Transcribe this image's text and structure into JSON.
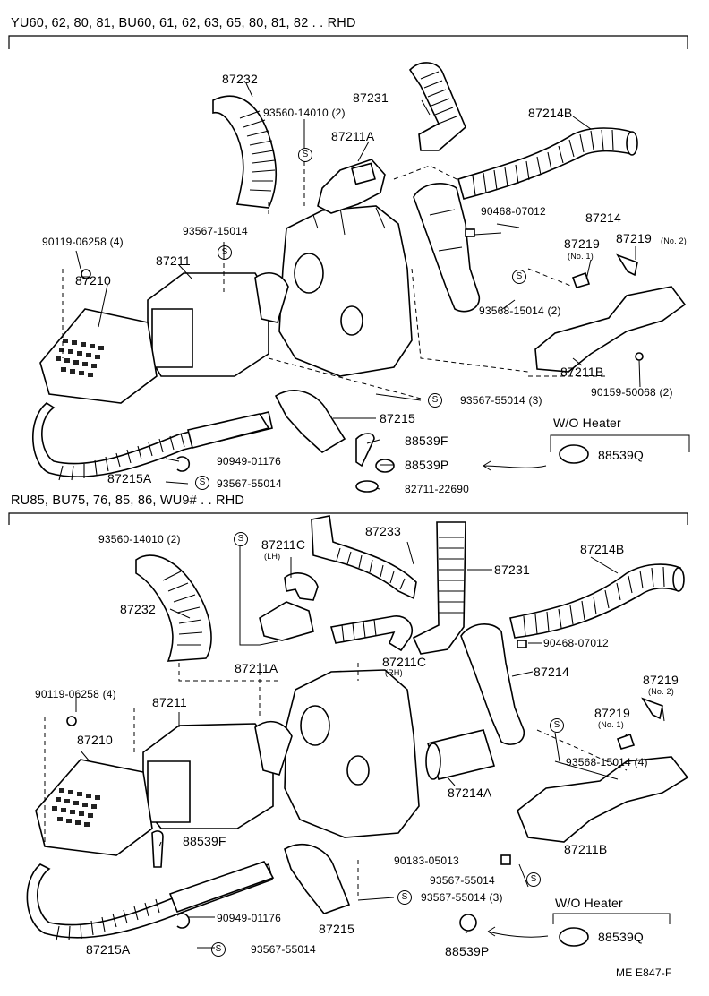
{
  "sections": [
    {
      "header": "YU60, 62, 80, 81, BU60, 61, 62, 63, 65, 80, 81, 82 . . RHD"
    },
    {
      "header": "RU85, BU75, 76, 85, 86, WU9# . . RHD"
    }
  ],
  "note_wo_heater": "W/O Heater",
  "diagram_code": "ME E847-F",
  "s_symbol": "S",
  "top_labels": {
    "p87232": "87232",
    "p93560_14010": "93560-14010 (2)",
    "p87231": "87231",
    "p87214B": "87214B",
    "p87211A": "87211A",
    "p90468": "90468-07012",
    "p87214": "87214",
    "p87219_no1": "87219",
    "p87219_no1_sub": "(No. 1)",
    "p87219_no2": "87219",
    "p87219_no2_sub": "(No. 2)",
    "p90119": "90119-06258 (4)",
    "p93567_15014": "93567-15014",
    "p87211": "87211",
    "p87210": "87210",
    "p93568": "93568-15014 (2)",
    "p87211B": "87211B",
    "p90159": "90159-50068 (2)",
    "p93567_55014_3": "93567-55014 (3)",
    "p87215": "87215",
    "p88539F": "88539F",
    "p88539P": "88539P",
    "p88539Q": "88539Q",
    "p87215A": "87215A",
    "p90949": "90949-01176",
    "p93567_55014": "93567-55014",
    "p82711": "82711-22690"
  },
  "bottom_labels": {
    "p93560_14010": "93560-14010 (2)",
    "p87211C_lh": "87211C",
    "p87211C_lh_sub": "(LH)",
    "p87233": "87233",
    "p87214B": "87214B",
    "p87231": "87231",
    "p87232": "87232",
    "p87211A": "87211A",
    "p87211C_rh": "87211C",
    "p87211C_rh_sub": "(RH)",
    "p90468": "90468-07012",
    "p87214": "87214",
    "p90119": "90119-06258 (4)",
    "p87211": "87211",
    "p87219_no2": "87219",
    "p87219_no2_sub": "(No. 2)",
    "p87219_no1": "87219",
    "p87219_no1_sub": "(No. 1)",
    "p87210": "87210",
    "p93568": "93568-15014 (4)",
    "p87214A": "87214A",
    "p88539F": "88539F",
    "p87211B": "87211B",
    "p90183": "90183-05013",
    "p93567_55014_a": "93567-55014",
    "p93567_55014_3": "93567-55014 (3)",
    "p90949": "90949-01176",
    "p87215": "87215",
    "p87215A": "87215A",
    "p93567_55014_b": "93567-55014",
    "p88539P": "88539P",
    "p88539Q": "88539Q"
  }
}
